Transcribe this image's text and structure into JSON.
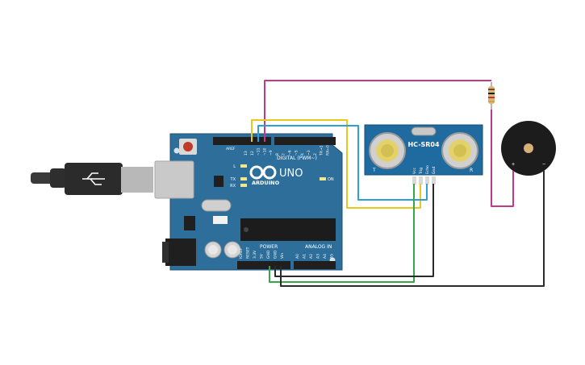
{
  "arduino": {
    "logo_text": "UNO",
    "brand_text": "ARDUINO",
    "digital_label": "DIGITAL (PWM~)",
    "power_label": "POWER",
    "analog_label": "ANALOG IN",
    "on_label": "ON",
    "l_label": "L",
    "tx_label": "TX",
    "rx_label": "RX",
    "aref_label": "AREF",
    "gnd_label": "GND",
    "digital_pins": [
      "13",
      "12",
      "~11",
      "~10",
      "~9",
      "8",
      "7",
      "~6",
      "~5",
      "4",
      "~3",
      "2",
      "TX→1",
      "RX←0"
    ],
    "power_pins": [
      "IOREF",
      "RESET",
      "3.3V",
      "5V",
      "GND",
      "GND",
      "Vin"
    ],
    "analog_pins": [
      "A0",
      "A1",
      "A2",
      "A3",
      "A4",
      "A5"
    ]
  },
  "sensor": {
    "model": "HC-SR04",
    "pins": [
      "Vcc",
      "Trig",
      "Echo",
      "Gnd"
    ],
    "side_left": "T",
    "side_right": "R"
  },
  "buzzer": {
    "plus_label": "+",
    "minus_label": "−"
  },
  "colors": {
    "board": "#2d6e9a",
    "wire_pink": "#c2388a",
    "wire_yellow": "#e8c81a",
    "wire_blue": "#2e9fd6",
    "wire_green": "#35a744",
    "wire_dark": "#2b2b2b"
  }
}
